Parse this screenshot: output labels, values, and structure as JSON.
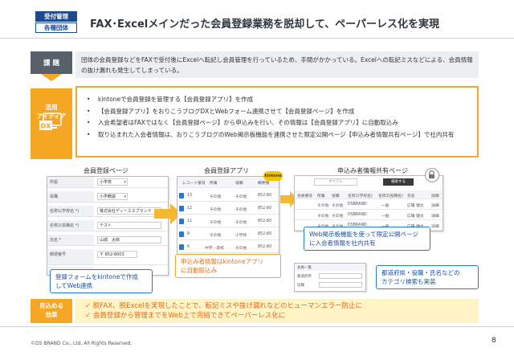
{
  "header": {
    "tag_top": "受付管理",
    "tag_bottom": "各種団体",
    "title": "FAX･Excelメインだった会員登録業務を脱却して、ペーパーレス化を実現"
  },
  "issue": {
    "label": "課 題",
    "text": "団体の会員登録などをFAXで受付後にExcelへ転記し会員管理を行っているため、手間がかかっている。Excelへの転記ミスなどによる、会員情報の抜け漏れも発生してしまっている。"
  },
  "idea": {
    "label_line1": "活用",
    "label_line2": "アイディア",
    "icon_text": "DX",
    "items": [
      "kintoneで会員登録を管理する【会員登録アプリ】を作成",
      "【会員登録アプリ】をおりこうブログDXとWebフォーム連携させて【会員登録ページ】を作成",
      "入会希望者はFAXではなく【会員登録ページ】から申込みを行い、その情報は【会員登録アプリ】に自動取込み",
      "取り込まれた入会者情報は、おりこうブログのWeb掲示板機能を連携させた限定公開ページ【申込み者情報共有ページ】で社内共有"
    ]
  },
  "panels": {
    "reg_page": "会員登録ページ",
    "reg_app": "会員登録アプリ",
    "share_page": "申込み者情報共有ページ"
  },
  "reg_form": {
    "rows": [
      {
        "label": "所属",
        "value": "小学校"
      },
      {
        "label": "役職",
        "value": "小学教諭"
      },
      {
        "label": "名称1(学校名 *)",
        "value": "株式会社ディーエスブランド"
      },
      {
        "label": "名称2(役職名 *)",
        "value": "テスト"
      },
      {
        "label": "氏名 *",
        "value": "山城　太郎"
      },
      {
        "label": "郵便番号",
        "value": "〒 852-8003"
      }
    ]
  },
  "kintone": {
    "logo": "kintone",
    "header_cols": [
      "レコード番号",
      "所属",
      "役職",
      "郵便番"
    ],
    "rows": [
      [
        "13",
        "その他",
        "その他",
        "852-80"
      ],
      [
        "12",
        "その他",
        "その他",
        "852-80"
      ],
      [
        "11",
        "その他",
        "その他",
        "852-80"
      ],
      [
        "8",
        "その他",
        "小学校",
        "852-80"
      ],
      [
        "6",
        "中学・高校",
        "その他",
        "852-80"
      ]
    ]
  },
  "share": {
    "btn1": "すべてに",
    "btn2": "検索する",
    "cols": [
      "会員番号",
      "所属",
      "役職",
      "名称1(学校名)",
      "名称2(役職名)",
      "氏名",
      "詳細"
    ],
    "rows": [
      [
        "",
        "その他",
        "その他",
        "DSBRAND",
        "一般",
        "広報 健太",
        "詳細"
      ],
      [
        "",
        "その他",
        "その他",
        "DSBRAND",
        "一般",
        "広報 健太",
        "詳細"
      ],
      [
        "",
        "その他",
        "その他",
        "DSBRAND",
        "一般",
        "広報 健太",
        "詳細"
      ]
    ],
    "search_header": "会員一覧",
    "search_labels": [
      "都道府県",
      "役職"
    ]
  },
  "callouts": {
    "form": "登録フォームをkintoneで作成\nしてWeb連携",
    "auto": "申込み者情報はkintoneアプリ\nに自動取込み",
    "board": "Web掲示板機能を使って限定公開ページ\nに入会者情報を社内共有",
    "search": "都道府県・役職・氏名などの\nカテゴリ検索も実装"
  },
  "effect": {
    "label_line1": "見込める",
    "label_line2": "効果",
    "items": [
      "✓ 脱FAX、脱Excelを実現したことで、転記ミスや抜け漏れなどのヒューマンエラー防止に",
      "✓ 会員登録から管理までをWeb上で完結できてペーパーレス化に"
    ]
  },
  "footer": {
    "copyright": "©DS BRAND Co., Ltd. All Rights Reserved.",
    "page": "8"
  },
  "colors": {
    "navy": "#1d4a8f",
    "orange": "#f5a623",
    "gray": "#58606b",
    "blue": "#2b78d4"
  }
}
